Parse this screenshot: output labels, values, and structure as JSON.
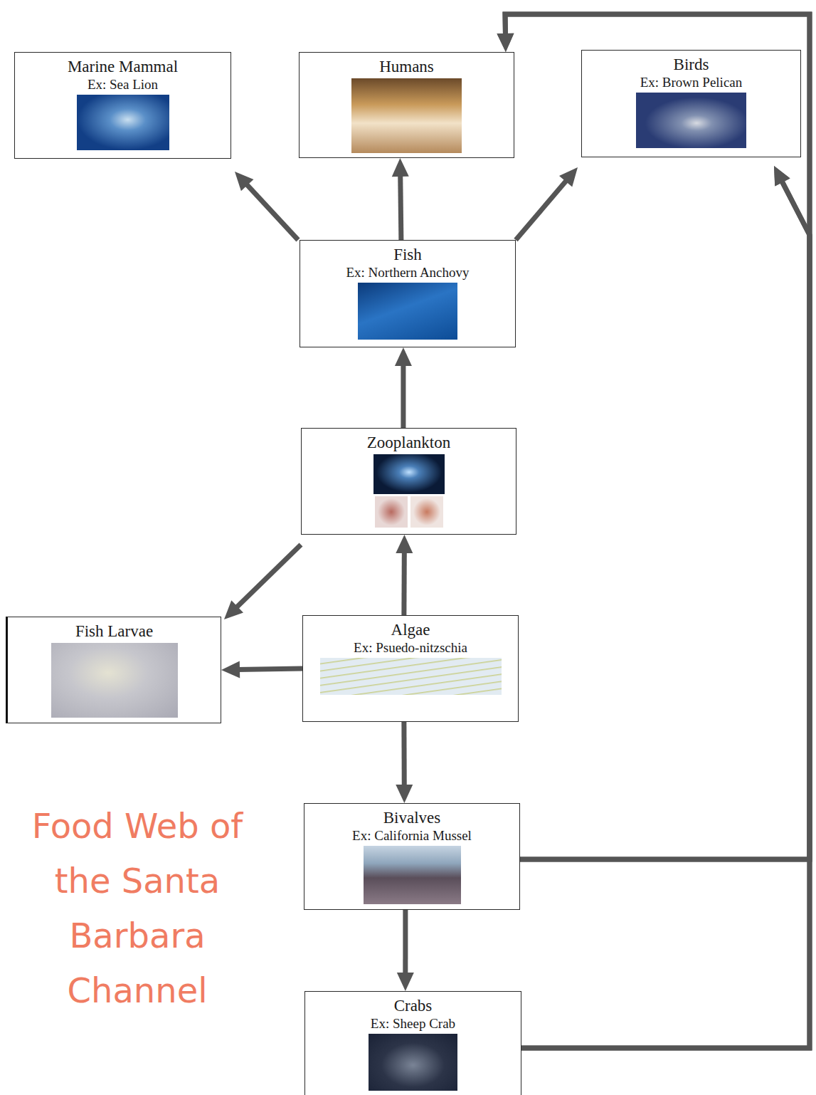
{
  "diagram": {
    "title": "Food Web of the Santa Barbara Channel",
    "nodes": [
      {
        "text": [
          "Marine Mammal",
          "Ex: Sea Lion"
        ]
      },
      {
        "text": [
          "Humans"
        ]
      },
      {
        "text": [
          "Birds",
          "Ex: Brown Pelican"
        ]
      },
      {
        "text": [
          "Fish",
          "Ex: Northern Anchovy"
        ]
      },
      {
        "text": [
          "Zooplankton"
        ]
      },
      {
        "text": [
          "Fish Larvae"
        ]
      },
      {
        "text": [
          "Algae",
          "Ex: Psuedo-nitzschia"
        ]
      },
      {
        "text": [
          "Bivalves",
          "Ex: California Mussel"
        ]
      },
      {
        "text": [
          "Crabs",
          "Ex: Sheep Crab"
        ]
      }
    ],
    "edges": [
      {
        "from": 3,
        "to": 0,
        "arrow": "to"
      },
      {
        "from": 3,
        "to": 1,
        "arrow": "to"
      },
      {
        "from": 3,
        "to": 2,
        "arrow": "to"
      },
      {
        "from": 4,
        "to": 3,
        "arrow": "to"
      },
      {
        "from": 4,
        "to": 5,
        "arrow": "to"
      },
      {
        "from": 6,
        "to": 4,
        "arrow": "to"
      },
      {
        "from": 6,
        "to": 5,
        "arrow": "to"
      },
      {
        "from": 6,
        "to": 7,
        "arrow": "to"
      },
      {
        "from": 7,
        "to": 8,
        "arrow": "to"
      },
      {
        "from": 7,
        "to": 1,
        "arrow": "to"
      },
      {
        "from": 7,
        "to": 2,
        "arrow": "to"
      },
      {
        "from": 8,
        "to": 1,
        "arrow": "to"
      },
      {
        "from": 8,
        "to": 2,
        "arrow": "to"
      }
    ]
  }
}
